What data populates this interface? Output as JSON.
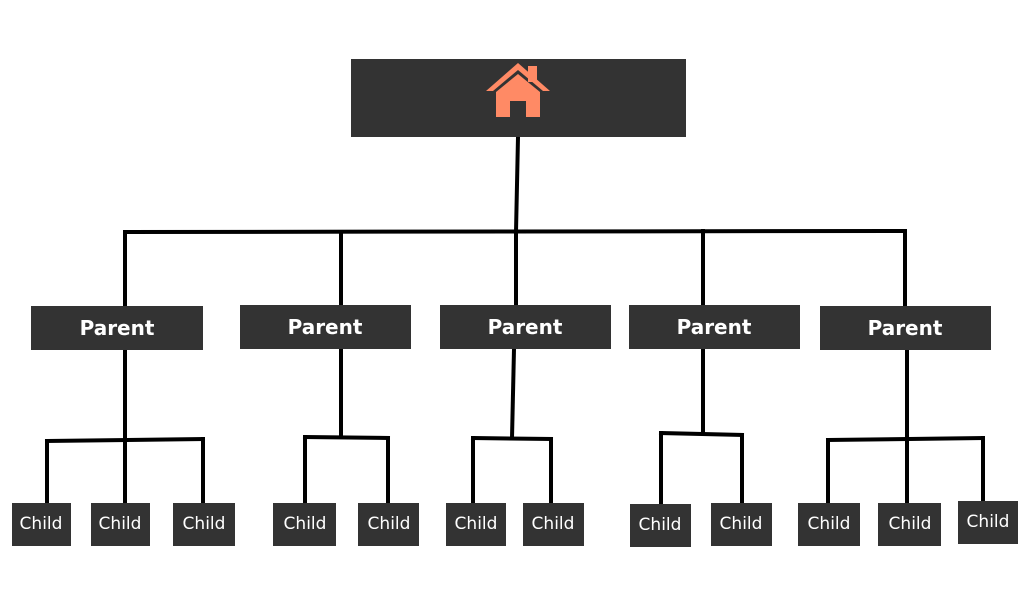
{
  "root": {
    "icon": "home-icon"
  },
  "parents": [
    {
      "label": "Parent",
      "children": [
        "Child",
        "Child",
        "Child"
      ]
    },
    {
      "label": "Parent",
      "children": [
        "Child",
        "Child"
      ]
    },
    {
      "label": "Parent",
      "children": [
        "Child",
        "Child"
      ]
    },
    {
      "label": "Parent",
      "children": [
        "Child",
        "Child"
      ]
    },
    {
      "label": "Parent",
      "children": [
        "Child",
        "Child",
        "Child"
      ]
    }
  ],
  "colors": {
    "box": "#333333",
    "icon": "#ff8a65",
    "connector": "#000000",
    "label": "#ffffff"
  }
}
